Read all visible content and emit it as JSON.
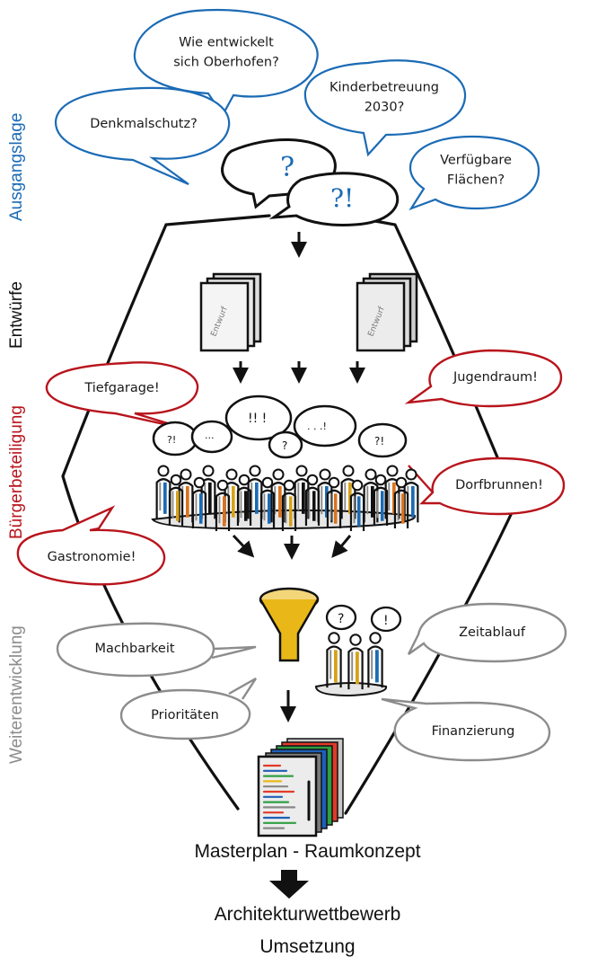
{
  "colors": {
    "blue": "#1b6bb5",
    "red": "#b8141c",
    "grey": "#8c8c8c",
    "black": "#111111",
    "orange": "#d9731e",
    "gold": "#d6a21a"
  },
  "phases": {
    "ausgangslage": "Ausgangslage",
    "entwuerfe": "Entwürfe",
    "buergerbeteiligung": "Bürgerbeteiligung",
    "weiterentwicklung": "Weiterentwicklung"
  },
  "questions": {
    "oberhofen_line1": "Wie entwickelt",
    "oberhofen_line2": "sich Oberhofen?",
    "kinder_line1": "Kinderbetreuung",
    "kinder_line2": "2030?",
    "denkmal": "Denkmalschutz?",
    "flaechen_line1": "Verfügbare",
    "flaechen_line2": "Flächen?",
    "mark_single": "?",
    "mark_double": "?!"
  },
  "drafts": {
    "label": "Entwurf"
  },
  "participation": {
    "tiefgarage": "Tiefgarage!",
    "jugendraum": "Jugendraum!",
    "dorfbrunnen": "Dorfbrunnen!",
    "gastronomie": "Gastronomie!",
    "crowd_bubbles": [
      "?!",
      "...",
      "!! !",
      "?",
      ". . .!",
      "?!"
    ]
  },
  "development": {
    "machbarkeit": "Machbarkeit",
    "prioritaeten": "Prioritäten",
    "zeitablauf": "Zeitablauf",
    "finanzierung": "Finanzierung",
    "team_bubbles": [
      "?",
      "!"
    ]
  },
  "results": {
    "masterplan": "Masterplan - Raumkonzept",
    "wettbewerb": "Architekturwettbewerb",
    "umsetzung": "Umsetzung"
  }
}
